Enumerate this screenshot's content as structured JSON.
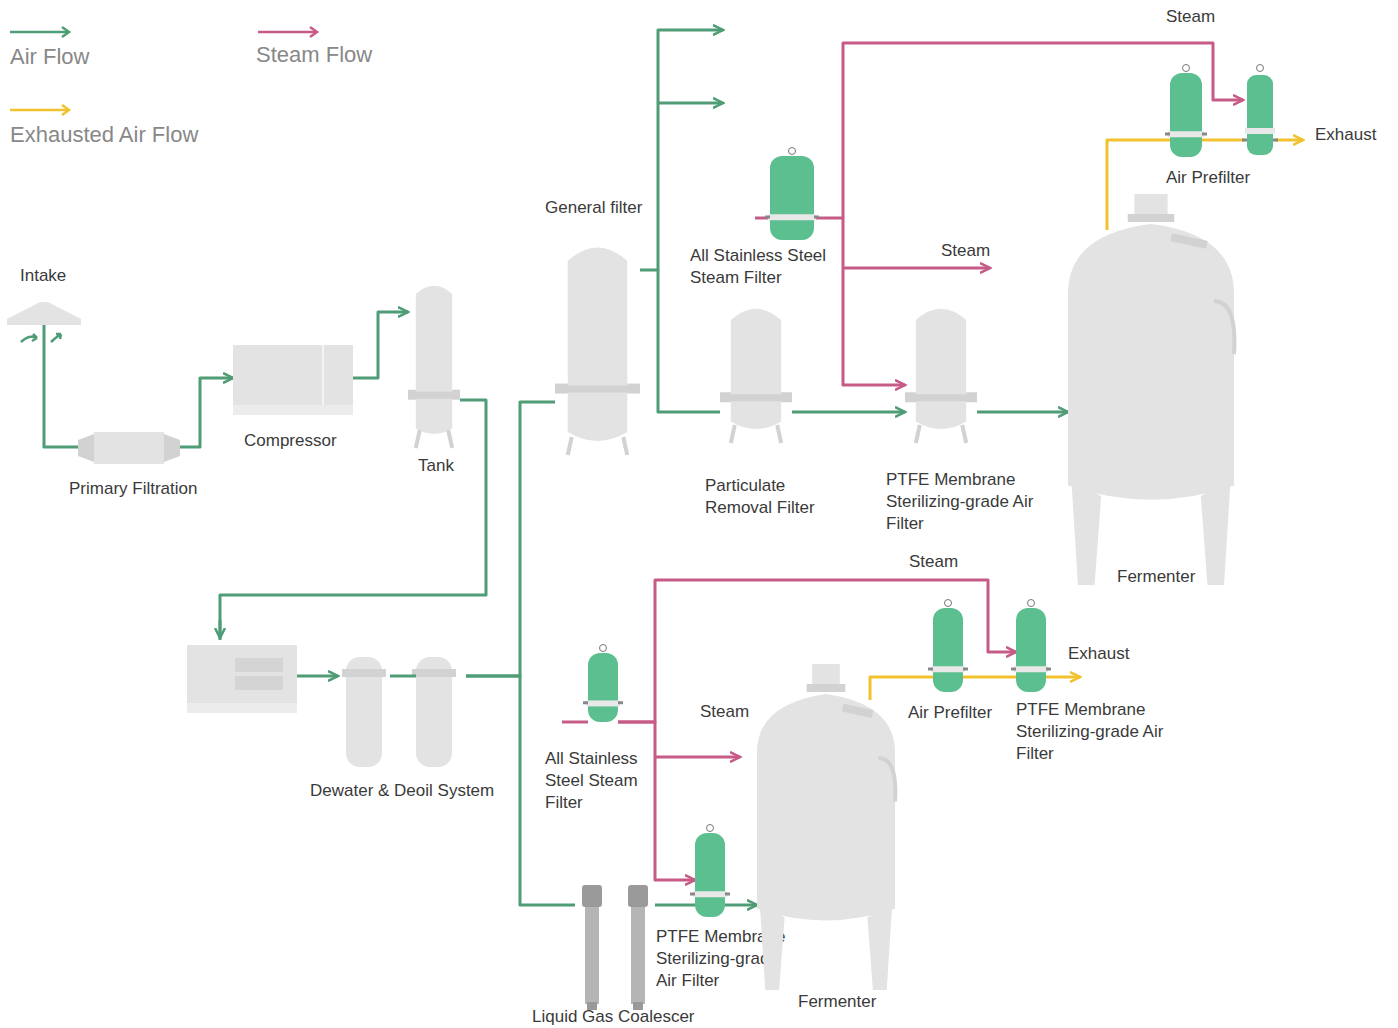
{
  "diagram": {
    "nodes": [
      {
        "text": [
          "Intake"
        ]
      },
      {
        "text": [
          "Primary Filtration"
        ]
      },
      {
        "text": [
          "Compressor"
        ]
      },
      {
        "text": [
          "Tank"
        ]
      },
      {
        "text": [
          "Dewater & Deoil System"
        ]
      },
      {
        "text": [
          "General filter"
        ]
      },
      {
        "text": [
          "All Stainless Steel Steam Filter"
        ]
      },
      {
        "text": [
          "Particulate Removal Filter"
        ]
      },
      {
        "text": [
          "PTFE Membrane Sterilizing-grade Air Filter"
        ]
      },
      {
        "text": [
          "Fermenter"
        ]
      },
      {
        "text": [
          "Air Prefilter"
        ]
      },
      {
        "text": [
          "All Stainless Steel Steam Filter"
        ]
      },
      {
        "text": [
          "Liquid Gas Coalescer"
        ]
      },
      {
        "text": [
          "PTFE Membrane Sterilizing-grade Air Filter"
        ]
      },
      {
        "text": [
          "Fermenter"
        ]
      },
      {
        "text": [
          "Air Prefilter"
        ]
      },
      {
        "text": [
          "PTFE Membrane Sterilizing-grade Air Filter"
        ]
      }
    ],
    "edges": [
      {
        "from": 0,
        "to": 1,
        "arrow": "none"
      },
      {
        "from": 1,
        "to": 2,
        "arrow": "to"
      },
      {
        "from": 2,
        "to": 3,
        "arrow": "to"
      },
      {
        "from": 3,
        "to": 4,
        "arrow": "to"
      },
      {
        "from": 4,
        "to": 5,
        "arrow": "none"
      },
      {
        "from": 4,
        "to": 12,
        "arrow": "none"
      },
      {
        "from": 5,
        "to": 7,
        "arrow": "none"
      },
      {
        "from": 7,
        "to": 8,
        "arrow": "to"
      },
      {
        "from": 8,
        "to": 9,
        "arrow": "to"
      },
      {
        "from": 12,
        "to": 13,
        "arrow": "none"
      },
      {
        "from": 13,
        "to": 14,
        "arrow": "to"
      },
      {
        "from": 6,
        "to": 8,
        "arrow": "to"
      },
      {
        "from": 11,
        "to": 13,
        "arrow": "to"
      },
      {
        "from": 11,
        "to": 16,
        "arrow": "to"
      },
      {
        "from": 9,
        "to": 10,
        "arrow": "none"
      },
      {
        "from": 14,
        "to": 15,
        "arrow": "none"
      },
      {
        "from": 15,
        "to": 16,
        "arrow": "none"
      }
    ],
    "labels": [
      "Steam",
      "Exhaust",
      "Steam",
      "Steam",
      "Steam",
      "Exhaust"
    ],
    "legend": [
      {
        "text": "Air Flow",
        "color": "#4f9c77"
      },
      {
        "text": "Steam Flow",
        "color": "#c75b87"
      },
      {
        "text": "Exhausted Air Flow",
        "color": "#f2c12e"
      }
    ]
  }
}
